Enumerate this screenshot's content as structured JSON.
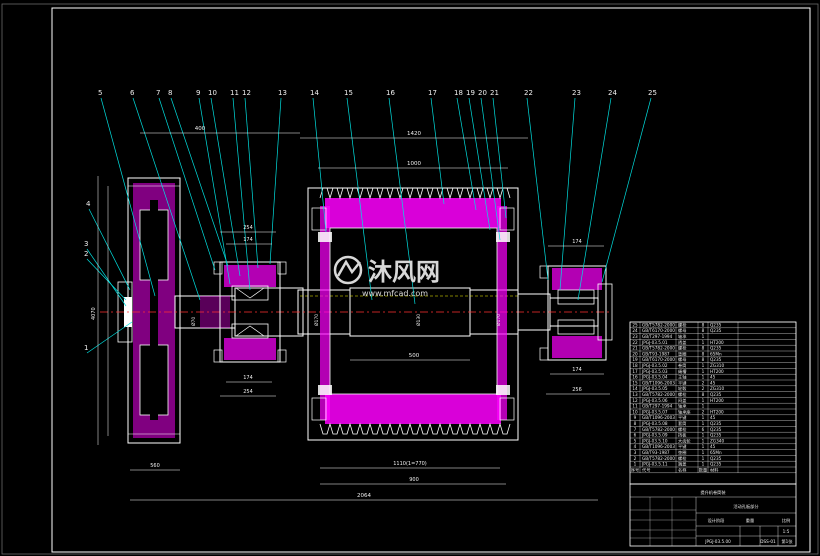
{
  "drawing": {
    "part_labels": [
      "1",
      "2",
      "3",
      "4",
      "5",
      "6",
      "7",
      "8",
      "9",
      "10",
      "11",
      "12",
      "13",
      "14",
      "15",
      "16",
      "17",
      "18",
      "19",
      "20",
      "21",
      "22",
      "23",
      "24",
      "25"
    ],
    "dimensions": {
      "top_1": "400",
      "top_2": "1420",
      "drum_top": "1000",
      "drum_inner": "500",
      "left_height": "4070",
      "sprocket_width": "560",
      "bearing_left_top_1": "254",
      "bearing_left_top_2": "174",
      "bearing_left_bot_1": "174",
      "bearing_left_bot_2": "254",
      "bearing_right_top": "174",
      "bearing_right_bot_1": "174",
      "bearing_right_bot_2": "256",
      "drum_bottom_1": "1110(1=770)",
      "drum_bottom_2": "900",
      "overall": "2064",
      "shaft_dia_1": "Ø70",
      "shaft_dia_2": "Ø170",
      "shaft_dia_3": "Ø130",
      "shaft_dia_4": "Ø170"
    },
    "watermark": {
      "brand": "沐风网",
      "url": "www.mfcad.com"
    }
  },
  "title_block": {
    "top_title": "提升机卷筒装",
    "drawing_name": "活动孔板部分",
    "scale": "1:5",
    "stage": "设计阶段",
    "weight": "重量",
    "ratio": "比例",
    "drawing_no": "DSS-01",
    "sheet": "第1张",
    "standard": "JPGJ-03.5.00"
  },
  "parts_list": {
    "rows": [
      {
        "no": "25",
        "code": "GB/T5782-2000",
        "name": "螺栓",
        "qty": "8",
        "mat": "Q235"
      },
      {
        "no": "24",
        "code": "GB/T6170-2000",
        "name": "螺母",
        "qty": "8",
        "mat": "Q235"
      },
      {
        "no": "23",
        "code": "GB/T297-1994",
        "name": "轴承",
        "qty": "1",
        "mat": ""
      },
      {
        "no": "22",
        "code": "JPGJ-03.5.01",
        "name": "透盖",
        "qty": "1",
        "mat": "HT200"
      },
      {
        "no": "21",
        "code": "GB/T5782-2000",
        "name": "螺栓",
        "qty": "8",
        "mat": "Q235"
      },
      {
        "no": "20",
        "code": "GB/T93-1987",
        "name": "垫圈",
        "qty": "8",
        "mat": "65Mn"
      },
      {
        "no": "19",
        "code": "GB/T6170-2000",
        "name": "螺母",
        "qty": "8",
        "mat": "Q235"
      },
      {
        "no": "18",
        "code": "JPGJ-03.5.02",
        "name": "卷筒",
        "qty": "1",
        "mat": "ZG310"
      },
      {
        "no": "17",
        "code": "JPGJ-03.5.03",
        "name": "绳槽",
        "qty": "1",
        "mat": "HT200"
      },
      {
        "no": "16",
        "code": "JPGJ-03.5.04",
        "name": "主轴",
        "qty": "1",
        "mat": "45"
      },
      {
        "no": "15",
        "code": "GB/T1096-2003",
        "name": "平键",
        "qty": "2",
        "mat": "45"
      },
      {
        "no": "14",
        "code": "JPGJ-03.5.05",
        "name": "轮毂",
        "qty": "2",
        "mat": "ZG310"
      },
      {
        "no": "13",
        "code": "GB/T5782-2000",
        "name": "螺栓",
        "qty": "8",
        "mat": "Q235"
      },
      {
        "no": "12",
        "code": "JPGJ-03.5.06",
        "name": "闷盖",
        "qty": "1",
        "mat": "HT200"
      },
      {
        "no": "11",
        "code": "GB/T297-1994",
        "name": "轴承",
        "qty": "1",
        "mat": ""
      },
      {
        "no": "10",
        "code": "JPGJ-03.5.07",
        "name": "轴承座",
        "qty": "2",
        "mat": "HT200"
      },
      {
        "no": "9",
        "code": "GB/T1096-2003",
        "name": "平键",
        "qty": "1",
        "mat": "45"
      },
      {
        "no": "8",
        "code": "JPGJ-03.5.08",
        "name": "套筒",
        "qty": "1",
        "mat": "Q235"
      },
      {
        "no": "7",
        "code": "GB/T5782-2000",
        "name": "螺栓",
        "qty": "6",
        "mat": "Q235"
      },
      {
        "no": "6",
        "code": "JPGJ-03.5.09",
        "name": "挡板",
        "qty": "1",
        "mat": "Q235"
      },
      {
        "no": "5",
        "code": "JPGJ-03.5.10",
        "name": "大齿轮",
        "qty": "1",
        "mat": "ZG340"
      },
      {
        "no": "4",
        "code": "GB/T1096-2003",
        "name": "平键",
        "qty": "1",
        "mat": "45"
      },
      {
        "no": "3",
        "code": "GB/T93-1987",
        "name": "垫圈",
        "qty": "1",
        "mat": "65Mn"
      },
      {
        "no": "2",
        "code": "GB/T5782-2000",
        "name": "螺栓",
        "qty": "1",
        "mat": "Q235"
      },
      {
        "no": "1",
        "code": "JPGJ-03.5.11",
        "name": "端盖",
        "qty": "1",
        "mat": "Q235"
      }
    ],
    "header": {
      "no": "序号",
      "code": "代号",
      "name": "名称",
      "qty": "数量",
      "mat": "材料"
    }
  }
}
